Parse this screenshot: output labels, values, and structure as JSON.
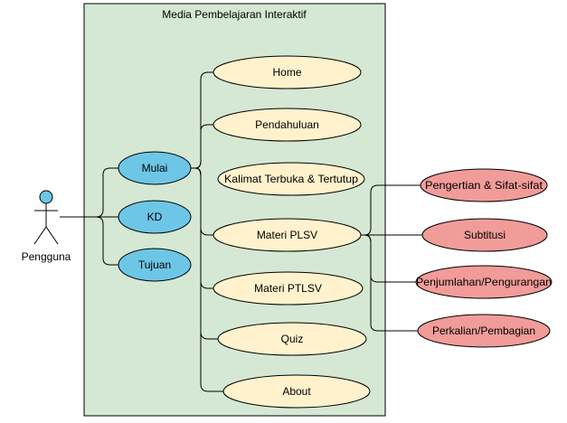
{
  "system": {
    "title": "Media Pembelajaran Interaktif",
    "fill": "#d5e8d4",
    "stroke": "#000000"
  },
  "actor": {
    "name": "Pengguna",
    "fill": "#6ec6e6",
    "icon": "stick-figure-icon"
  },
  "colors": {
    "blue_usecase": "#6ec6e6",
    "yellow_usecase": "#fff2cc",
    "red_usecase": "#f19c99",
    "line": "#000000"
  },
  "left_usecases": [
    {
      "label": "Mulai"
    },
    {
      "label": "KD"
    },
    {
      "label": "Tujuan"
    }
  ],
  "menu_usecases": [
    {
      "label": "Home"
    },
    {
      "label": "Pendahuluan"
    },
    {
      "label": "Kalimat Terbuka & Tertutup"
    },
    {
      "label": "Materi PLSV"
    },
    {
      "label": "Materi PTLSV"
    },
    {
      "label": "Quiz"
    },
    {
      "label": "About"
    }
  ],
  "plsv_usecases": [
    {
      "label": "Pengertian & Sifat-sifat"
    },
    {
      "label": "Subtitusi"
    },
    {
      "label": "Penjumlahan/Pengurangan"
    },
    {
      "label": "Perkalian/Pembagian"
    }
  ]
}
